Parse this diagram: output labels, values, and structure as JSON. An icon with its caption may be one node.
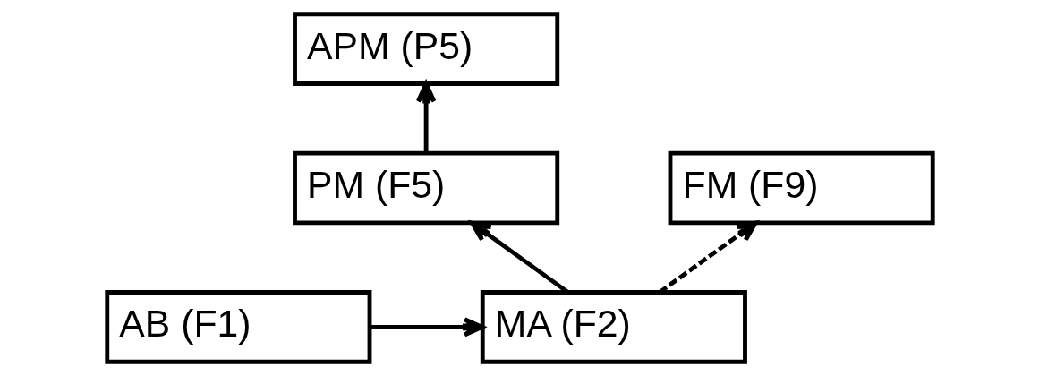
{
  "diagram": {
    "nodes": [
      {
        "text": [
          "APM (P5)"
        ]
      },
      {
        "text": [
          "PM (F5)"
        ]
      },
      {
        "text": [
          "FM (F9)"
        ]
      },
      {
        "text": [
          "AB (F1)"
        ]
      },
      {
        "text": [
          "MA (F2)"
        ]
      }
    ],
    "edges": [
      {
        "from": 3,
        "to": 4,
        "arrow": "to"
      },
      {
        "from": 4,
        "to": 1,
        "arrow": "to"
      },
      {
        "from": 1,
        "to": 0,
        "arrow": "to"
      },
      {
        "from": 4,
        "to": 2,
        "arrow": "to",
        "style": "dashed"
      }
    ]
  }
}
